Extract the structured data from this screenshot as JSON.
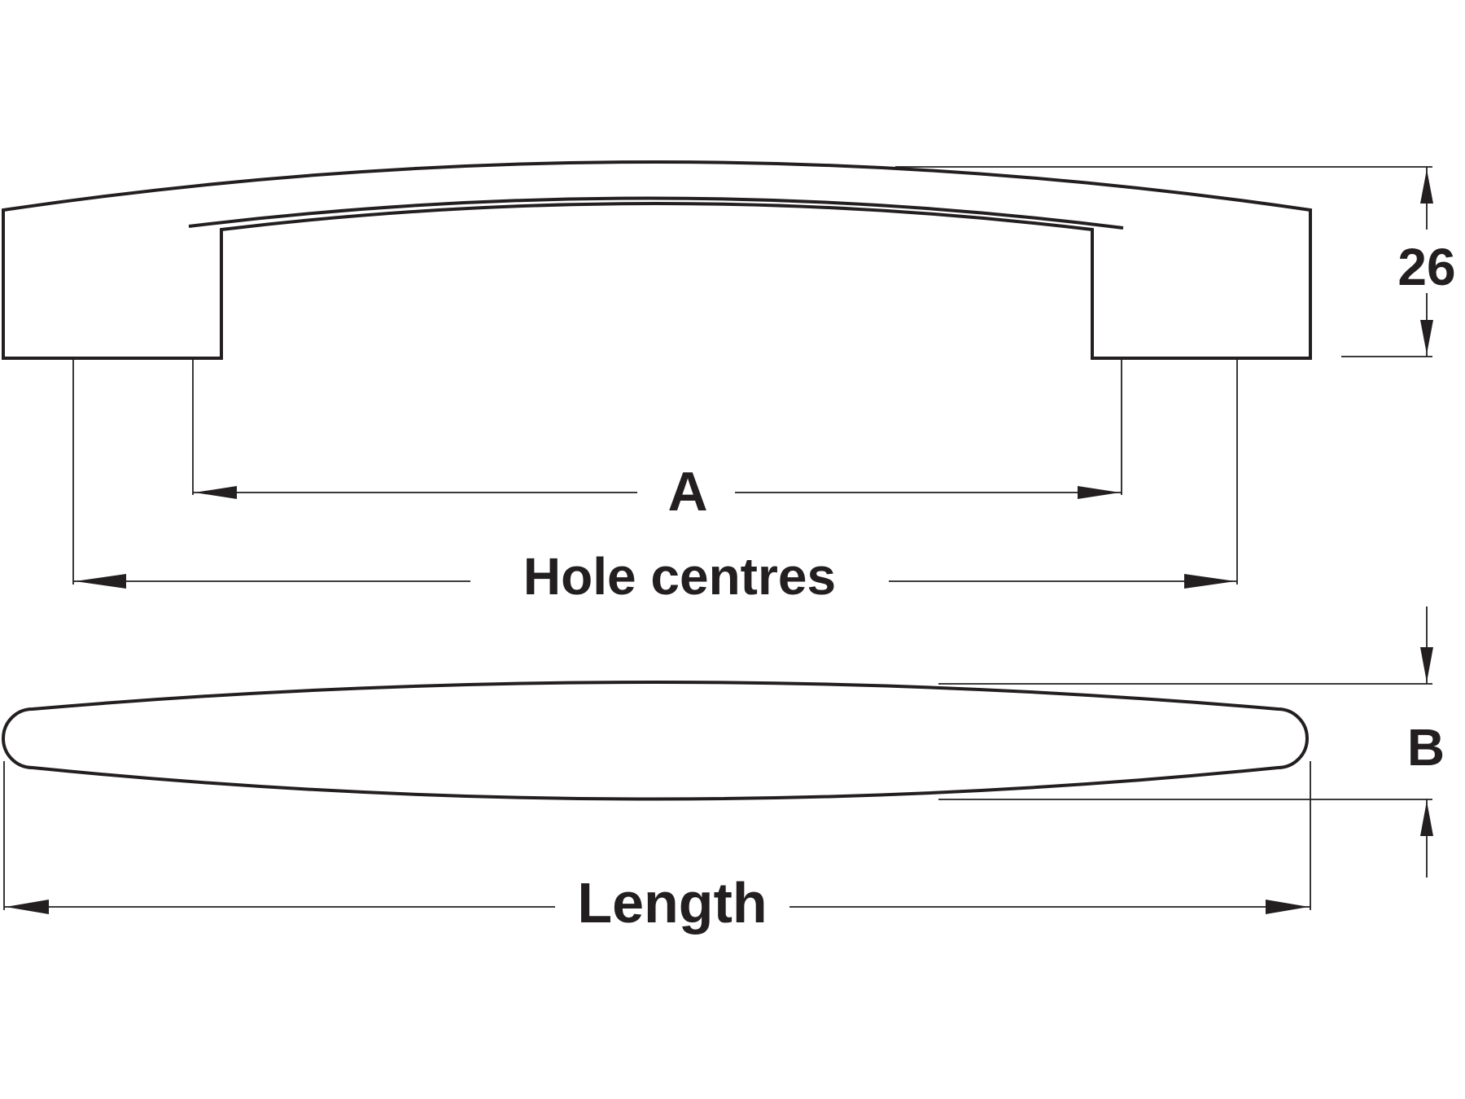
{
  "labels": {
    "height": "26",
    "a": "A",
    "hole_centres": "Hole centres",
    "b": "B",
    "length": "Length"
  },
  "colors": {
    "line": "#231f20",
    "background": "#ffffff"
  }
}
